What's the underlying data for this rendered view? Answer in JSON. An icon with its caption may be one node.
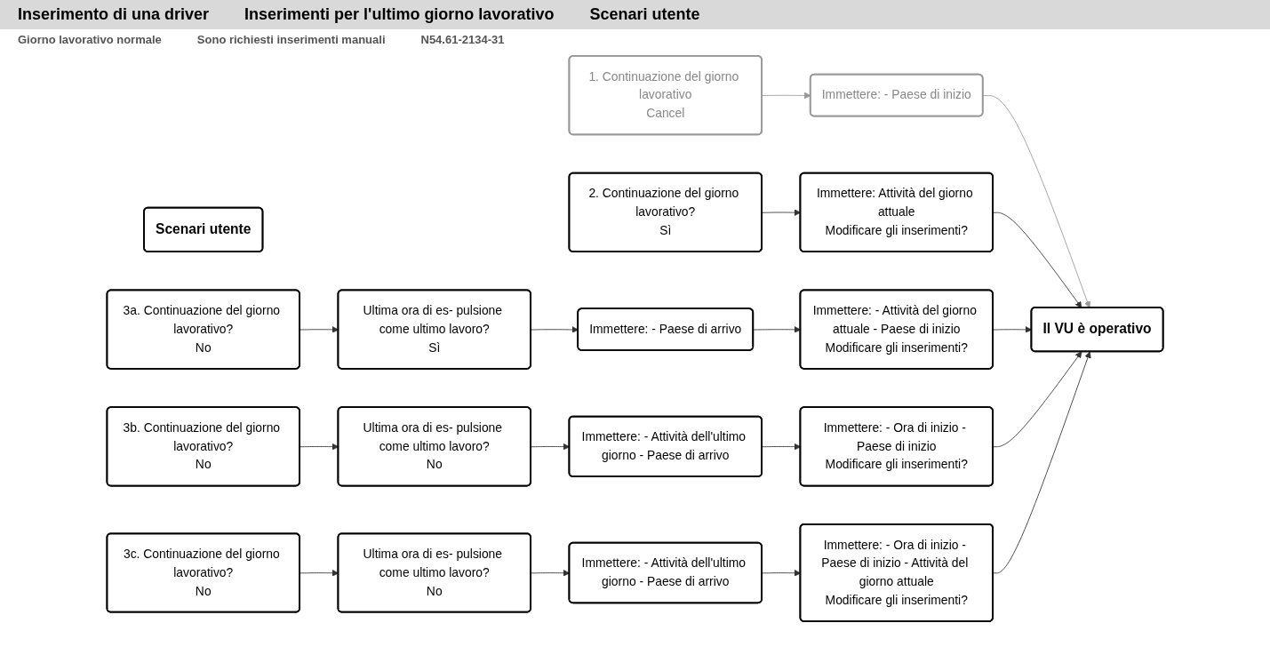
{
  "diagram": {
    "nodes": [
      {
        "text": [
          "Scenari utente"
        ]
      },
      {
        "text": [
          "1. Continuazione del giorno lavorativo",
          "Cancel"
        ]
      },
      {
        "text": [
          "Immettere: - Paese di inizio"
        ]
      },
      {
        "text": [
          "Il VU è operativo"
        ]
      },
      {
        "text": [
          "2. Continuazione del giorno lavorativo?",
          "Sì"
        ]
      },
      {
        "text": [
          "Immettere: Attività del giorno attuale",
          "Modificare gli inserimenti?"
        ]
      },
      {
        "text": [
          "3a. Continuazione del giorno lavorativo?",
          "No"
        ]
      },
      {
        "text": [
          "Ultima ora di es- pulsione come ultimo lavoro?",
          "Sì"
        ]
      },
      {
        "text": [
          "Immettere: - Paese di arrivo"
        ]
      },
      {
        "text": [
          "Immettere: - Attività del giorno attuale - Paese di inizio",
          "Modificare gli inserimenti?"
        ]
      },
      {
        "text": [
          "3b. Continuazione del giorno lavorativo?",
          "No"
        ]
      },
      {
        "text": [
          "Ultima ora di es- pulsione come ultimo lavoro?",
          "No"
        ]
      },
      {
        "text": [
          "Immettere: - Attività dell'ultimo giorno - Paese di arrivo"
        ]
      },
      {
        "text": [
          "Immettere: - Ora di inizio - Paese di inizio",
          "Modificare gli inserimenti?"
        ]
      },
      {
        "text": [
          "3c. Continuazione del giorno lavorativo?",
          "No"
        ]
      },
      {
        "text": [
          "Ultima ora di es- pulsione come ultimo lavoro?",
          "No"
        ]
      },
      {
        "text": [
          "Immettere: - Attività dell'ultimo giorno - Paese di arrivo"
        ]
      },
      {
        "text": [
          "Immettere: - Ora di inizio - Paese di inizio - Attività del giorno attuale",
          "Modificare gli inserimenti?"
        ]
      }
    ],
    "edges": [
      {
        "from": 1,
        "to": 2,
        "arrow": "to",
        "color": "#999999"
      },
      {
        "from": 2,
        "to": 3,
        "arrow": "to",
        "color": "#999999"
      },
      {
        "from": 4,
        "to": 5,
        "arrow": "to"
      },
      {
        "from": 5,
        "to": 3,
        "arrow": "to"
      },
      {
        "from": 6,
        "to": 7,
        "arrow": "to"
      },
      {
        "from": 7,
        "to": 8,
        "arrow": "to"
      },
      {
        "from": 8,
        "to": 9,
        "arrow": "to"
      },
      {
        "from": 9,
        "to": 3,
        "arrow": "to"
      },
      {
        "from": 10,
        "to": 11,
        "arrow": "to"
      },
      {
        "from": 11,
        "to": 12,
        "arrow": "to"
      },
      {
        "from": 12,
        "to": 13,
        "arrow": "to"
      },
      {
        "from": 13,
        "to": 3,
        "arrow": "to"
      },
      {
        "from": 14,
        "to": 15,
        "arrow": "to"
      },
      {
        "from": 15,
        "to": 16,
        "arrow": "to"
      },
      {
        "from": 16,
        "to": 17,
        "arrow": "to"
      },
      {
        "from": 17,
        "to": 3,
        "arrow": "to"
      }
    ],
    "labels": [
      "Inserimento di una driver",
      "Inserimenti per l'ultimo giorno lavorativo",
      "Scenari utente",
      "Giorno lavorativo normale",
      "Sono richiesti inserimenti manuali",
      "N54.61-2134-31"
    ]
  }
}
